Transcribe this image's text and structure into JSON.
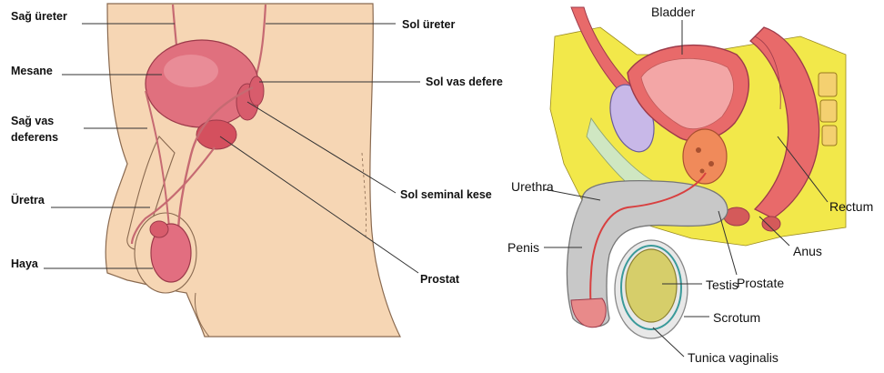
{
  "left_diagram": {
    "labels": {
      "sag_ureter": "Sağ üreter",
      "sol_ureter": "Sol üreter",
      "mesane": "Mesane",
      "sol_vas_deferens": "Sol vas defere",
      "sag_vas_line1": "Sağ vas",
      "sag_vas_line2": "deferens",
      "uretra": "Üretra",
      "sol_seminal_kese": "Sol seminal kese",
      "haya": "Haya",
      "prostat": "Prostat"
    }
  },
  "right_diagram": {
    "labels": {
      "bladder": "Bladder",
      "urethra": "Urethra",
      "rectum": "Rectum",
      "penis": "Penis",
      "anus": "Anus",
      "testis": "Testis",
      "prostate": "Prostate",
      "scrotum": "Scrotum",
      "tunica_vaginalis": "Tunica vaginalis"
    }
  },
  "colors": {
    "skin": "#f6d6b4",
    "organ": "#e0707e",
    "organ_dark": "#b84a5a",
    "fat": "#f2e84a",
    "gray_tissue": "#c8c8c8",
    "muscle": "#e86a6a"
  }
}
